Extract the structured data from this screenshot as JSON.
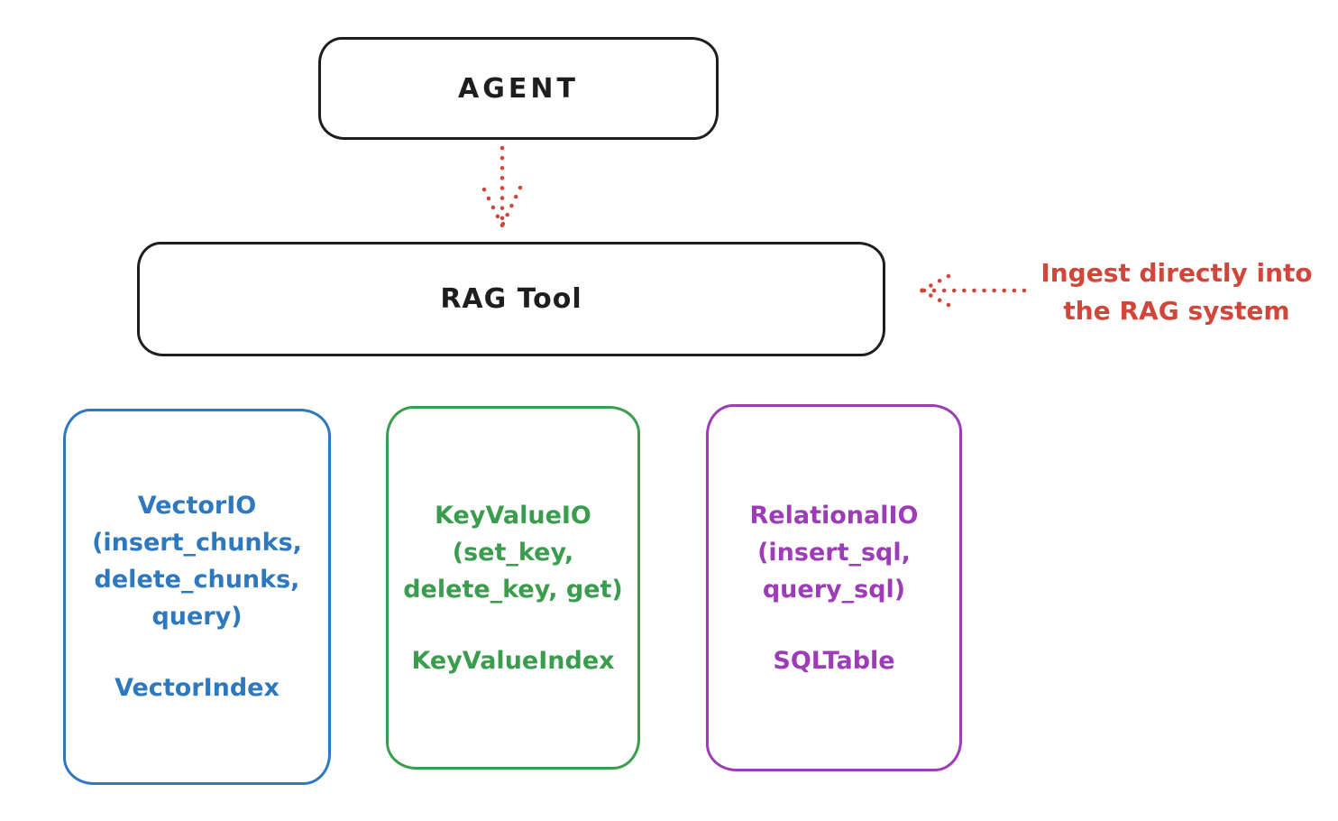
{
  "colors": {
    "ink": "#1e1e1e",
    "red": "#d0463b",
    "blue": "#2e78c0",
    "green": "#3a9d4d",
    "purple": "#9d3bb8"
  },
  "nodes": {
    "agent": {
      "label": "AGENT"
    },
    "rag_tool": {
      "label": "RAG Tool"
    },
    "vector_io": {
      "title": "VectorIO\n(insert_chunks,\ndelete_chunks,\nquery)",
      "subtitle": "VectorIndex",
      "color": "#2e78c0"
    },
    "keyvalue_io": {
      "title": "KeyValueIO\n(set_key,\ndelete_key, get)",
      "subtitle": "KeyValueIndex",
      "color": "#3a9d4d"
    },
    "relational_io": {
      "title": "RelationalIO\n(insert_sql,\nquery_sql)",
      "subtitle": "SQLTable",
      "color": "#9d3bb8"
    }
  },
  "annotation": {
    "text": "Ingest directly into\nthe RAG system",
    "color": "#d0463b"
  }
}
